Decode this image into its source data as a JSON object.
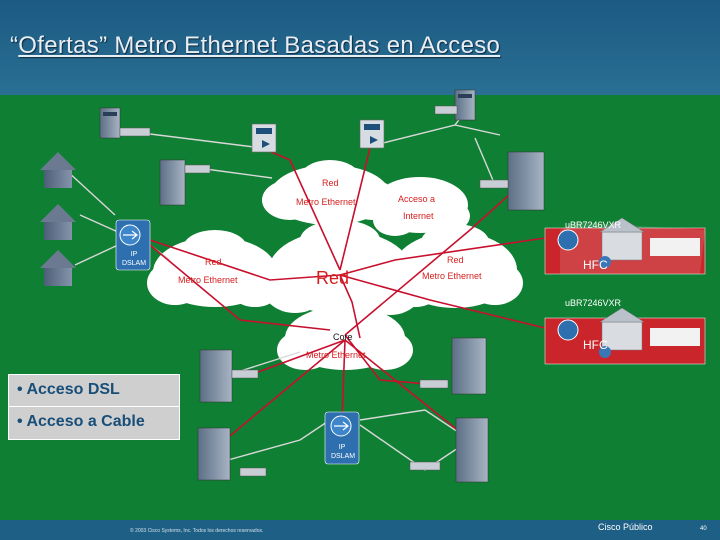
{
  "slide": {
    "title_quote_open": "“",
    "title_emph": "Ofertas",
    "title_rest": "” Metro Ethernet Basadas en Acceso"
  },
  "diagram": {
    "cloud_top_l1": "Red",
    "cloud_top_l2": "Metro Ethernet",
    "cloud_left_l1": "Red",
    "cloud_left_l2": "Metro Ethernet",
    "cloud_center": "Red",
    "cloud_right_l1": "Red",
    "cloud_right_l2": "Metro Ethernet",
    "cloud_core_l1": "Core",
    "cloud_core_l2": "Metro Ethernet",
    "internet_l1": "Acceso a",
    "internet_l2": "Internet",
    "dslam_left_l1": "IP",
    "dslam_left_l2": "DSLAM",
    "dslam_bottom_l1": "IP",
    "dslam_bottom_l2": "DSLAM",
    "ubr_top": "uBR7246VXR",
    "ubr_bottom": "uBR7246VXR",
    "hfc_top": "HFC",
    "hfc_bottom": "HFC"
  },
  "bullets": [
    "• Acceso DSL",
    "• Acceso a Cable"
  ],
  "footer": {
    "copyright": "© 2003 Cisco Systems, Inc. Todos los derechos reservados.",
    "classification": "Cisco Público",
    "page": "40"
  },
  "colors": {
    "header": "#1c5a82",
    "background": "#0f7f33",
    "link_red": "#c8102e",
    "link_grey": "#d8d8d8"
  }
}
